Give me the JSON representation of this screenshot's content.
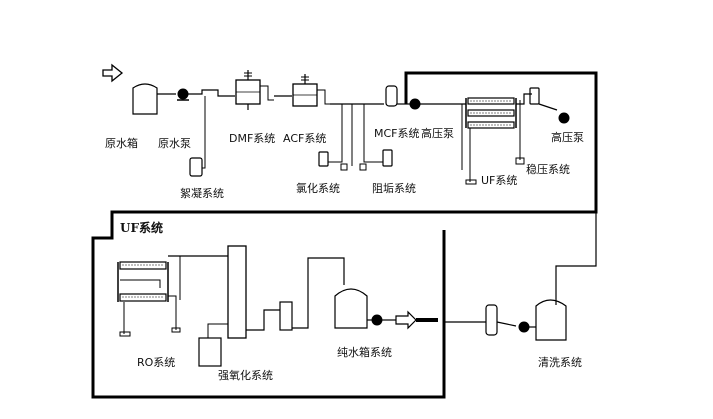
{
  "labels": {
    "raw_water_tank": "原水箱",
    "raw_water_pump": "原水泵",
    "flocculation_system": "絮凝系统",
    "dmf_system": "DMF系统",
    "acf_system": "ACF系统",
    "chlorination_system": "氯化系统",
    "antiscalant_system": "阻垢系统",
    "mcf_system": "MCF系统",
    "high_pressure_pump_1": "高压泵",
    "uf_system_small": "UF系统",
    "stabilizer_system": "稳压系统",
    "high_pressure_pump_2": "高压泵",
    "uf_system_box": "UF系统",
    "ro_system": "RO系统",
    "strong_oxidation_system": "强氧化系统",
    "pure_water_tank_system": "纯水箱系统",
    "cleaning_system": "清洗系统"
  },
  "colors": {
    "line": "#000000",
    "fill": "#ffffff"
  }
}
